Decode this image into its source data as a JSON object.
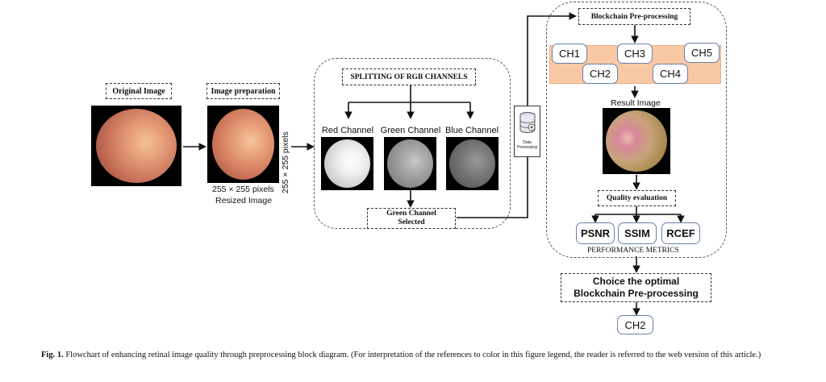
{
  "stage1": {
    "label": "Original Image"
  },
  "stage2": {
    "label": "Image preparation",
    "width_text": "255 × 255 pixels",
    "height_text": "255 × 255 pixels",
    "caption": "Resized Image"
  },
  "split": {
    "title": "SPLITTING OF RGB CHANNELS",
    "channels": [
      "Red Channel",
      "Green Channel",
      "Blue Channel"
    ],
    "selected": "Green Channel Selected"
  },
  "data_processing": {
    "label": "Data Processing"
  },
  "blockchain": {
    "title": "Blockchain Pre-processing",
    "channels_top": [
      "CH1",
      "CH3",
      "CH5"
    ],
    "channels_bottom": [
      "CH2",
      "CH4"
    ],
    "band_color": "#f9c9a6"
  },
  "result": {
    "label": "Result Image"
  },
  "quality": {
    "label": "Quality evaluation",
    "metrics": [
      "PSNR",
      "SSIM",
      "RCEF"
    ],
    "footer": "PERFORMANCE METRICS"
  },
  "choice": {
    "label": "Choice the optimal Blockchain Pre-processing",
    "outcome": "CH2"
  },
  "figure_caption": {
    "prefix": "Fig. 1.",
    "text": "Flowchart of enhancing retinal image quality through preprocessing block diagram. (For interpretation of the references to color in this figure legend, the reader is referred to the web version of this article.)"
  }
}
